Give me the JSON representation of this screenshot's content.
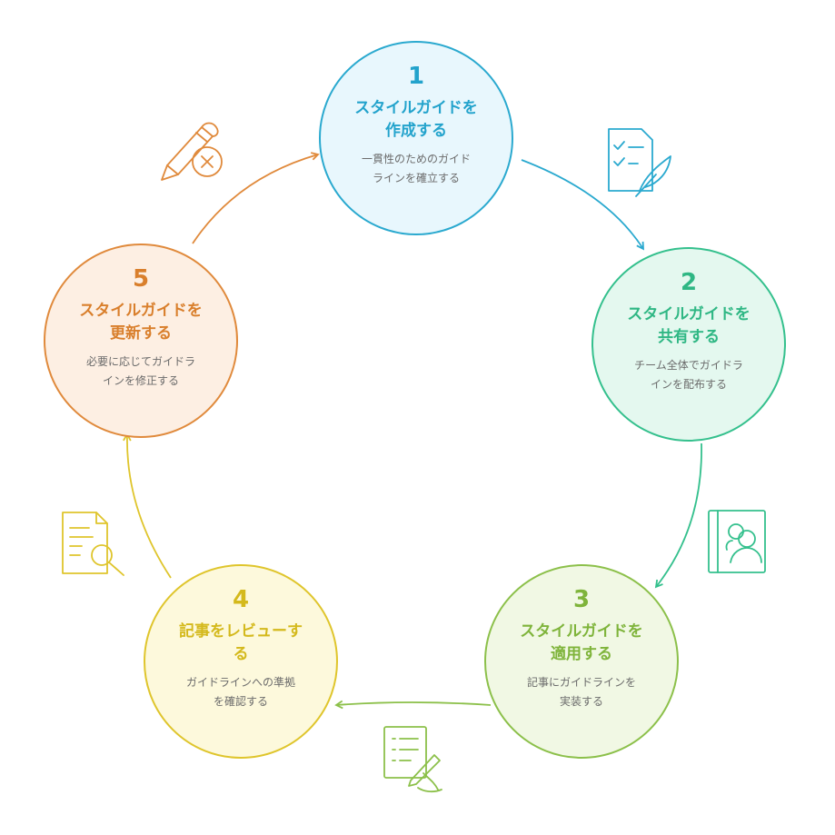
{
  "steps": [
    {
      "number": "1",
      "title_line1": "スタイルガイドを",
      "title_line2": "作成する",
      "desc_line1": "一貫性のためのガイド",
      "desc_line2": "ラインを確立する",
      "stroke": "#2aa9cf",
      "fill": "#e8f7fd",
      "num_color": "#23a3cc"
    },
    {
      "number": "2",
      "title_line1": "スタイルガイドを",
      "title_line2": "共有する",
      "desc_line1": "チーム全体でガイドラ",
      "desc_line2": "インを配布する",
      "stroke": "#34c08d",
      "fill": "#e4f8ef",
      "num_color": "#2fb784"
    },
    {
      "number": "3",
      "title_line1": "スタイルガイドを",
      "title_line2": "適用する",
      "desc_line1": "記事にガイドラインを",
      "desc_line2": "実装する",
      "stroke": "#8cc04a",
      "fill": "#f1f8e4",
      "num_color": "#7fb43b"
    },
    {
      "number": "4",
      "title_line1": "記事をレビューす",
      "title_line2": "る",
      "desc_line1": "ガイドラインへの準拠",
      "desc_line2": "を確認する",
      "stroke": "#dfc52c",
      "fill": "#fdf9dc",
      "num_color": "#d4b91c"
    },
    {
      "number": "5",
      "title_line1": "スタイルガイドを",
      "title_line2": "更新する",
      "desc_line1": "必要に応じてガイドラ",
      "desc_line2": "インを修正する",
      "stroke": "#e08a3c",
      "fill": "#fdefe3",
      "num_color": "#d97f2c"
    }
  ],
  "text_colors": {
    "title": "#e08a3c",
    "desc": "#6b6b6b"
  },
  "icons": {
    "step1": "checklist-feather-icon",
    "step2": "book-people-icon",
    "step3": "document-writing-icon",
    "step4": "document-search-icon",
    "step5": "pencil-cancel-icon"
  }
}
